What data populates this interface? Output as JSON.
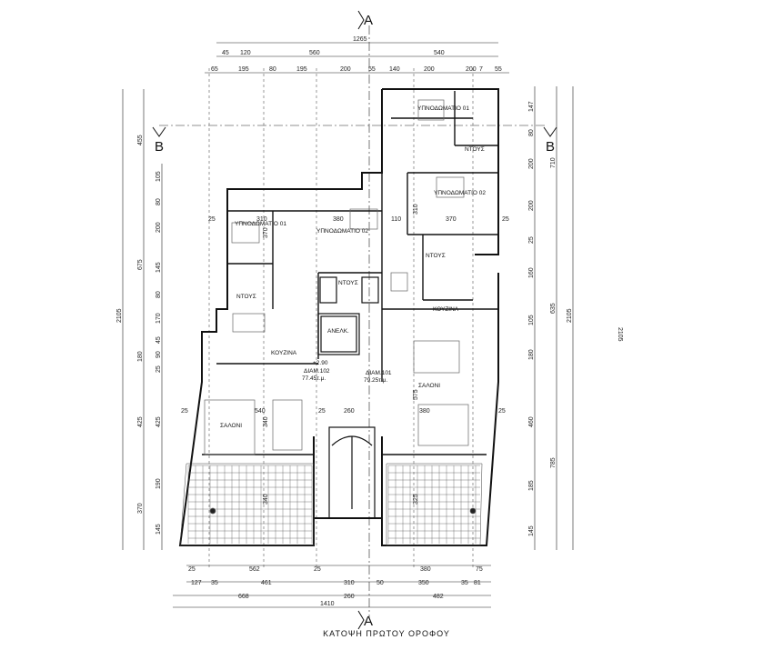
{
  "title": "ΚΑΤΟΨΗ ΠΡΩΤΟΥ ΟΡΟΦΟΥ",
  "sections": {
    "a": "A",
    "b": "B"
  },
  "top_dims": {
    "total": "1265",
    "row1": [
      "45",
      "120",
      "560",
      "540"
    ],
    "row2": [
      "65",
      "195",
      "80",
      "195",
      "200",
      "55",
      "140",
      "200",
      "200",
      "7",
      "55"
    ]
  },
  "bottom_dims": {
    "total": "1410",
    "row1": [
      "25",
      "562",
      "25",
      "380",
      "75"
    ],
    "row2": [
      "127",
      "35",
      "461",
      "310",
      "50",
      "350",
      "35",
      "81"
    ],
    "row3": [
      "668",
      "260",
      "482"
    ]
  },
  "left_dims": {
    "total": "2105",
    "outer": [
      "455",
      "675",
      "180",
      "425",
      "370"
    ],
    "inner": [
      "105",
      "80",
      "200",
      "145",
      "80",
      "170",
      "45",
      "90",
      "25",
      "425",
      "190",
      "145"
    ]
  },
  "right_dims": {
    "total": "2105",
    "outer": [
      "710",
      "635",
      "785"
    ],
    "inner": [
      "147",
      "80",
      "200",
      "200",
      "25",
      "160",
      "105",
      "180",
      "460",
      "185",
      "145"
    ],
    "marker": "2105"
  },
  "rooms": {
    "bedroom1_left": "ΥΠΝΟΔΩΜΑΤΙΟ 01",
    "bedroom2_left": "ΥΠΝΟΔΩΜΑΤΙΟ 02",
    "bedroom1_right": "ΥΠΝΟΔΩΜΑΤΙΟ 01",
    "bedroom2_right": "ΥΠΝΟΔΩΜΑΤΙΟ 02",
    "wc": "ΝΤΟΥΣ",
    "kitchen": "ΚΟΥΖΙΝΑ",
    "living": "ΣΑΛΟΝΙ",
    "lift": "ΑΝΕΛΚ.",
    "level": "+2.90"
  },
  "apartments": [
    {
      "name": "ΔΙΑΜ.102",
      "area": "77.45τ.μ."
    },
    {
      "name": "ΔΙΑΜ.101",
      "area": "79.25τ.μ."
    }
  ],
  "room_dims": [
    "310",
    "380",
    "110",
    "370",
    "25",
    "25",
    "310",
    "370",
    "540",
    "380",
    "575",
    "340",
    "325",
    "260",
    "340",
    "25",
    "25",
    "25"
  ]
}
